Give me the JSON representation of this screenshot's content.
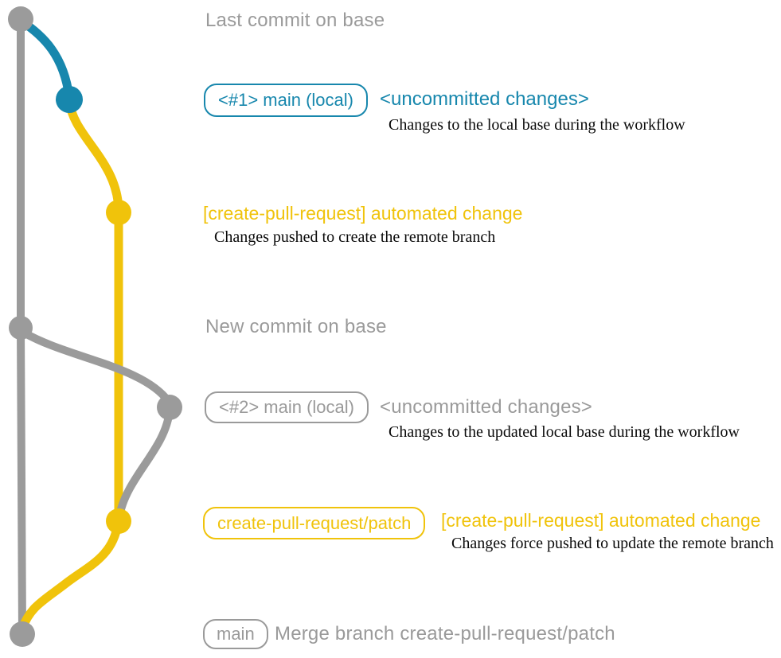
{
  "colors": {
    "gray": "#9B9B9B",
    "teal": "#1787AD",
    "yellow": "#F0C30B",
    "note_text": "#0A0A0A",
    "background": "#FFFFFF"
  },
  "rows": {
    "last_commit_label": "Last commit on base",
    "step1": {
      "branch_badge": "<#1> main (local)",
      "headline": "<uncommitted changes>",
      "note": "Changes to the local base during the workflow"
    },
    "step2": {
      "headline": "[create-pull-request] automated change",
      "note": "Changes pushed to create the remote branch"
    },
    "new_commit_label": "New commit on base",
    "step3": {
      "branch_badge": "<#2> main (local)",
      "headline": "<uncommitted changes>",
      "note": "Changes to the updated local base during the workflow"
    },
    "step4": {
      "branch_badge": "create-pull-request/patch",
      "headline": "[create-pull-request] automated change",
      "note": "Changes force pushed to update the remote branch"
    },
    "merge": {
      "branch_badge": "main",
      "label": "Merge branch create-pull-request/patch"
    }
  }
}
